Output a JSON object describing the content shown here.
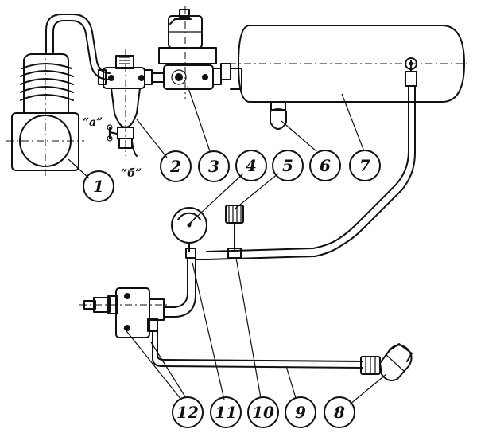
{
  "callouts": [
    {
      "id": "1",
      "label": "1"
    },
    {
      "id": "2",
      "label": "2"
    },
    {
      "id": "3",
      "label": "3"
    },
    {
      "id": "4",
      "label": "4"
    },
    {
      "id": "5",
      "label": "5"
    },
    {
      "id": "6",
      "label": "6"
    },
    {
      "id": "7",
      "label": "7"
    },
    {
      "id": "8",
      "label": "8"
    },
    {
      "id": "9",
      "label": "9"
    },
    {
      "id": "10",
      "label": "10"
    },
    {
      "id": "11",
      "label": "11"
    },
    {
      "id": "12",
      "label": "12"
    }
  ],
  "marks": {
    "a": "“а”",
    "b": "“б”"
  }
}
